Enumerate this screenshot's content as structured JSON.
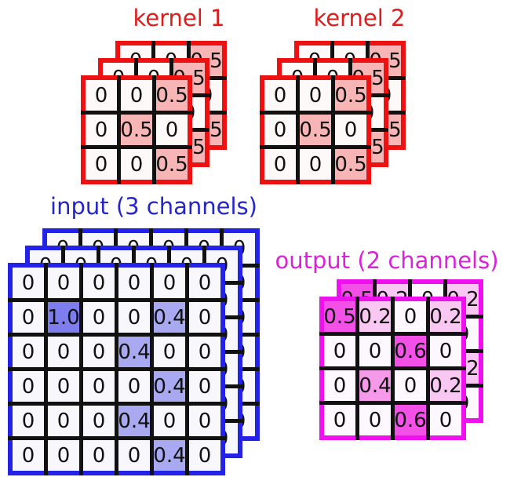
{
  "figure": {
    "background": "#ffffff",
    "grid_line_color": "#111111",
    "text_color": "#111111",
    "groups": [
      {
        "id": "kernel1",
        "title": "kernel 1",
        "title_color": "#dd1c1c",
        "border_color": "#ee1111",
        "channels": 3,
        "rows": 3,
        "cols": 3,
        "values": [
          [
            "0",
            "0",
            "0.5"
          ],
          [
            "0",
            "0.5",
            "0"
          ],
          [
            "0",
            "0",
            "0.5"
          ]
        ],
        "cell_colors": {
          "0": "#fdf9f9",
          "0.5": "#f7b5b5"
        }
      },
      {
        "id": "kernel2",
        "title": "kernel 2",
        "title_color": "#dd1c1c",
        "border_color": "#ee1111",
        "channels": 3,
        "rows": 3,
        "cols": 3,
        "values": [
          [
            "0",
            "0",
            "0.5"
          ],
          [
            "0",
            "0.5",
            "0"
          ],
          [
            "0",
            "0",
            "0.5"
          ]
        ],
        "cell_colors": {
          "0": "#fdf9f9",
          "0.5": "#f7b5b5"
        }
      },
      {
        "id": "input",
        "title": "input (3 channels)",
        "title_color": "#2525cc",
        "border_color": "#2323e8",
        "channels": 3,
        "rows": 6,
        "cols": 6,
        "values": [
          [
            "0",
            "0",
            "0",
            "0",
            "0",
            "0"
          ],
          [
            "0",
            "1.0",
            "0",
            "0",
            "0.4",
            "0"
          ],
          [
            "0",
            "0",
            "0",
            "0.4",
            "0",
            "0"
          ],
          [
            "0",
            "0",
            "0",
            "0",
            "0.4",
            "0"
          ],
          [
            "0",
            "0",
            "0",
            "0.4",
            "0",
            "0"
          ],
          [
            "0",
            "0",
            "0",
            "0",
            "0.4",
            "0"
          ]
        ],
        "cell_colors": {
          "0": "#f8f8fc",
          "0.4": "#a9a9f1",
          "1.0": "#7d7dee"
        }
      },
      {
        "id": "output",
        "title": "output (2 channels)",
        "title_color": "#d922d9",
        "border_color": "#ee11ee",
        "channels": 2,
        "rows": 4,
        "cols": 4,
        "values": [
          [
            "0.5",
            "0.2",
            "0",
            "0.2"
          ],
          [
            "0",
            "0",
            "0.6",
            "0"
          ],
          [
            "0",
            "0.4",
            "0",
            "0.2"
          ],
          [
            "0",
            "0",
            "0.6",
            "0"
          ]
        ],
        "cell_colors": {
          "0": "#fdf8fd",
          "0.2": "#f9c8f2",
          "0.4": "#f59ae9",
          "0.5": "#f250e6",
          "0.6": "#f250e6"
        }
      }
    ]
  }
}
